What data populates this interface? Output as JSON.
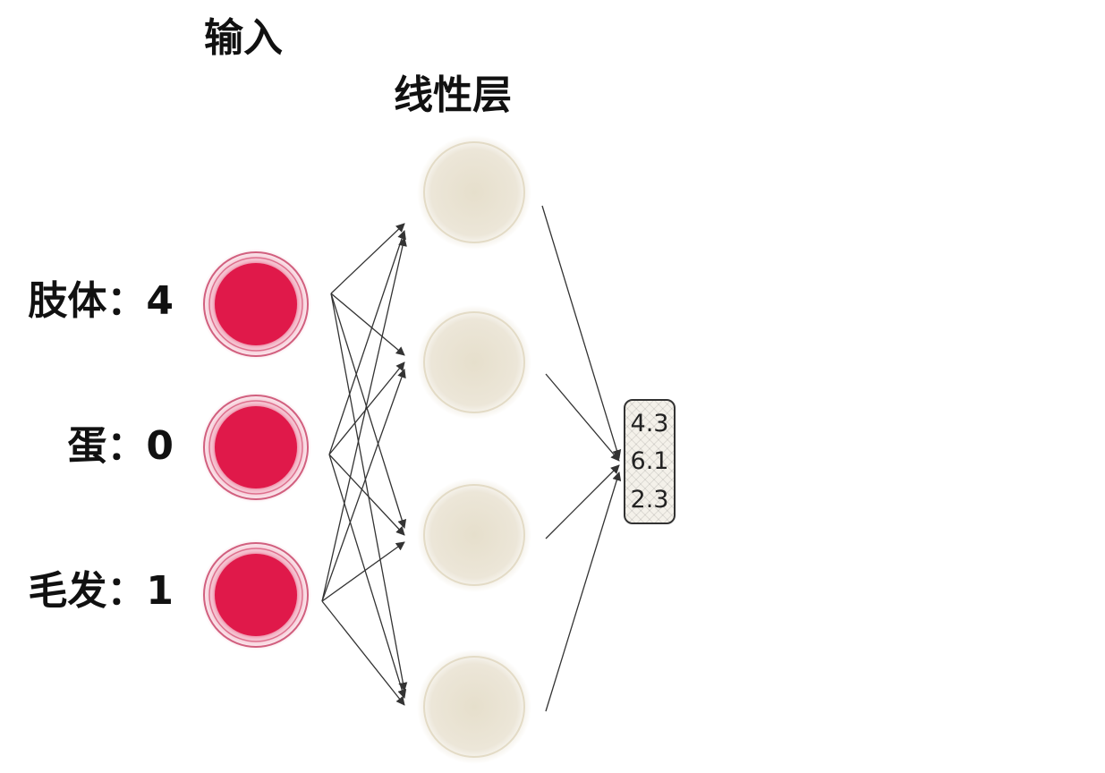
{
  "titles": {
    "input": "输入",
    "linear": "线性层"
  },
  "input_features": [
    {
      "label": "肢体：4"
    },
    {
      "label": "蛋：0"
    },
    {
      "label": "毛发：1"
    }
  ],
  "output_values": [
    "4.3",
    "6.1",
    "2.3"
  ],
  "colors": {
    "input_node": "#e0194a",
    "input_ring": "#c73d63",
    "linear_node": "#ece6d8",
    "arrow": "#333333"
  }
}
